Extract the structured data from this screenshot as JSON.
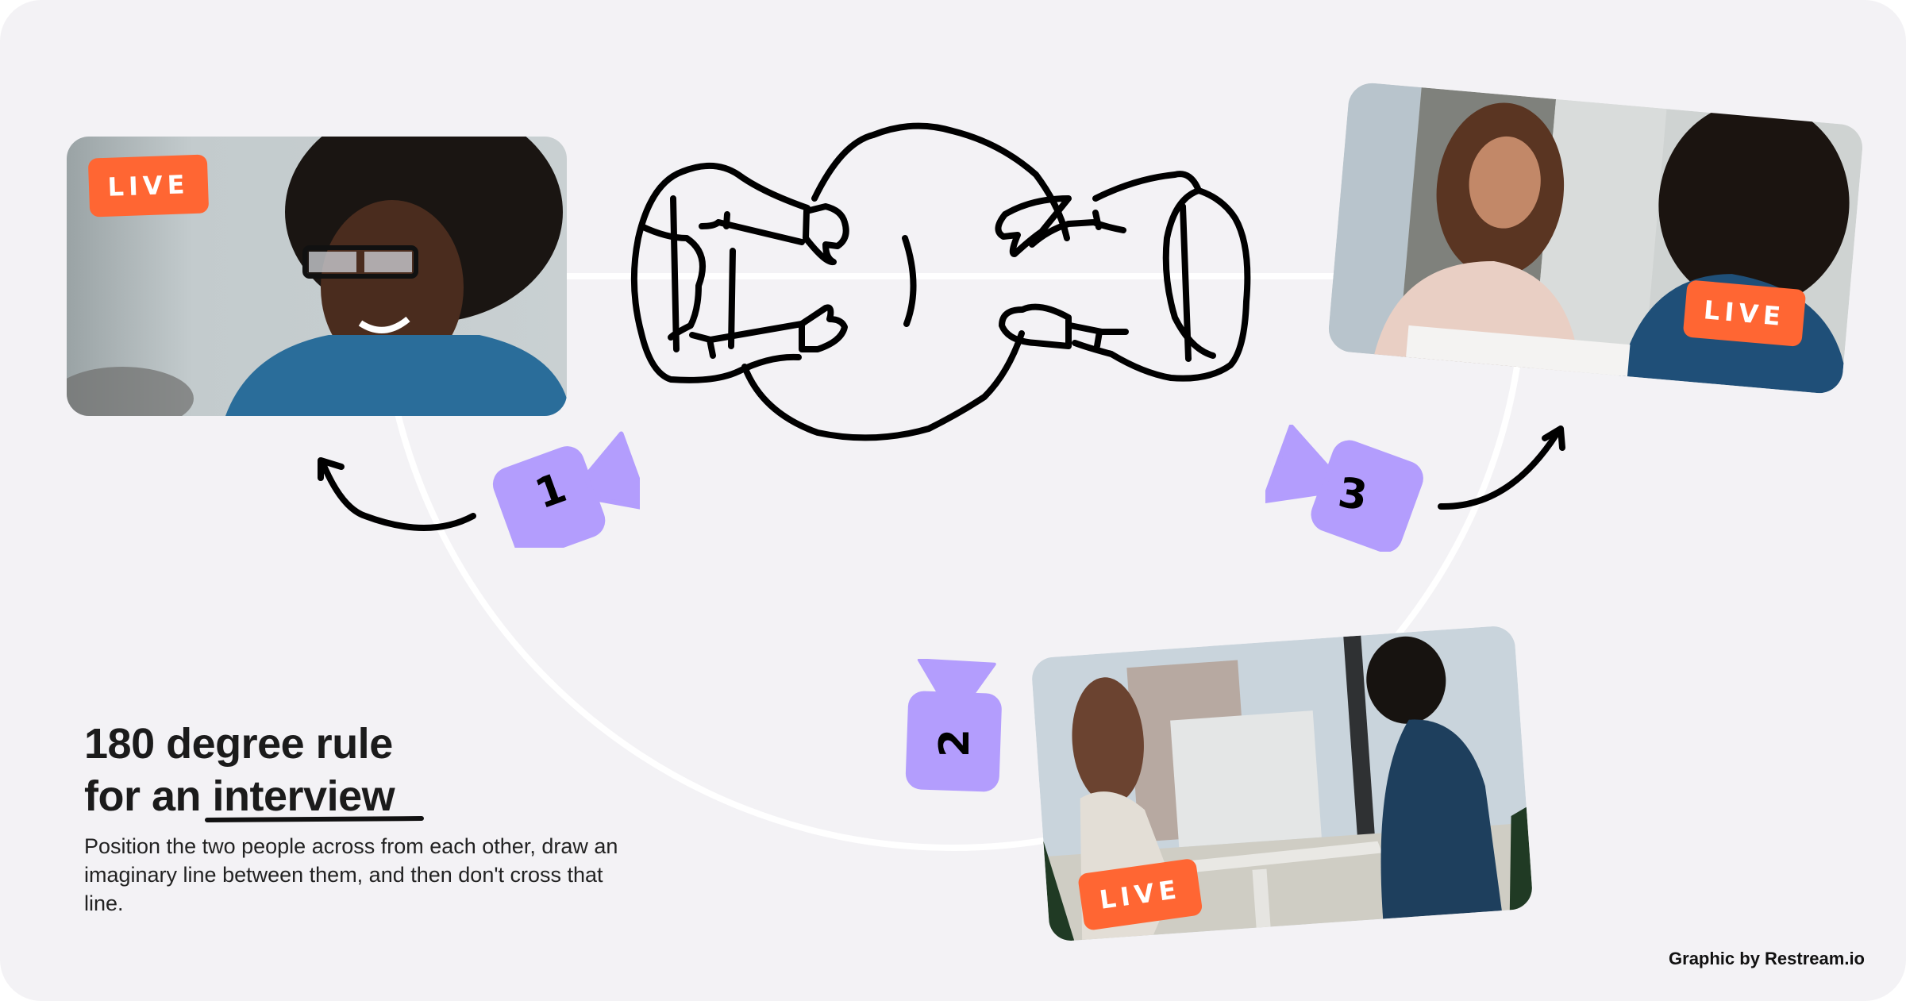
{
  "colors": {
    "panel_bg": "#f3f2f5",
    "live_badge": "#ff6633",
    "camera": "#b39dfd",
    "sketch_stroke": "#000000",
    "guide_line": "#ffffff"
  },
  "cameras": [
    {
      "number": "1",
      "icon": "video-camera-icon"
    },
    {
      "number": "2",
      "icon": "video-camera-icon"
    },
    {
      "number": "3",
      "icon": "video-camera-icon"
    }
  ],
  "photos": [
    {
      "badge": "LIVE",
      "subject": "woman with glasses and blue shirt, close-up"
    },
    {
      "badge": "LIVE",
      "subject": "two women seated at a table by a window, side view"
    },
    {
      "badge": "LIVE",
      "subject": "woman speaking, over-the-shoulder view"
    }
  ],
  "diagram": {
    "label": "top-down sketch of two people facing each other across a round table"
  },
  "text": {
    "title_line1": "180 degree rule",
    "title_line2_prefix": "for an ",
    "title_line2_emphasis": "interview",
    "description": "Position the two people across from each other, draw an imaginary line between them, and then don't cross that line.",
    "credit": "Graphic by Restream.io"
  }
}
